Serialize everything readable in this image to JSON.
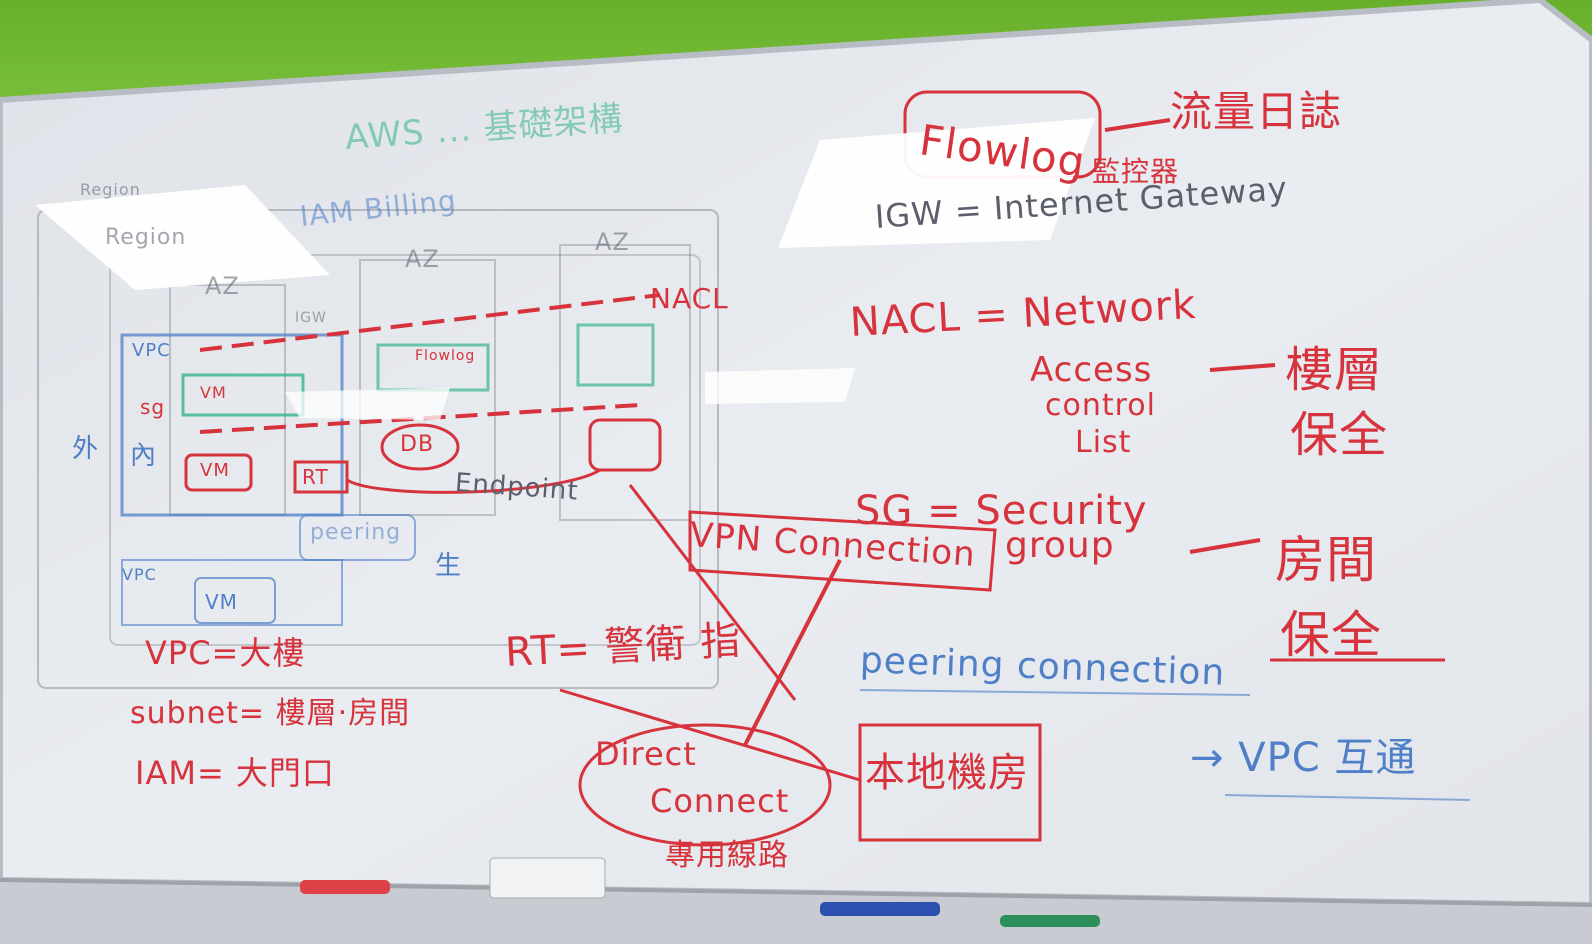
{
  "whiteboard": {
    "top_green_note": "AWS ... 基礎架構",
    "right_top": {
      "flowlog_box": "Flowlog",
      "flowlog_meaning": "流量日誌",
      "flowlog_sub": "監控器",
      "igw": "IGW = Internet Gateway",
      "nacl_title": "NACL = Network",
      "nacl_line2": "Access",
      "nacl_line3": "control",
      "nacl_line4": "List",
      "nacl_meaning_1": "樓層",
      "nacl_meaning_2": "保全",
      "sg_title": "SG = Security",
      "sg_line2": "group",
      "sg_meaning_1": "房間",
      "sg_meaning_2": "保全"
    },
    "left_diagram": {
      "region_small": "Region",
      "region": "Region",
      "iam_billing": "IAM Billing",
      "az_1": "AZ",
      "az_2": "AZ",
      "az_3": "AZ",
      "nacl_arrow": "NACL",
      "igw_tag": "IGW",
      "vpc_1": "VPC",
      "vpc_2": "VPC",
      "sg": "sg",
      "outer": "外",
      "inner": "內",
      "vm_1": "VM",
      "vm_2": "VM",
      "vm_3": "VM",
      "flowlog_small": "Flowlog",
      "db": "DB",
      "rt": "RT",
      "endpoint": "Endpoint",
      "peering": "peering",
      "generate": "生"
    },
    "definitions": {
      "vpc": "VPC=大樓",
      "subnet": "subnet= 樓層‧房間",
      "iam": "IAM= 大門口"
    },
    "middle": {
      "vpn": "VPN Connection",
      "rt_def": "RT= 警衛 指",
      "direct_1": "Direct",
      "direct_2": "Connect",
      "direct_sub": "專用線路",
      "datacenter": "本地機房"
    },
    "bottom_right": {
      "peering_conn": "peering connection",
      "vpc_arrow": "→ VPC 互通"
    }
  },
  "colors": {
    "red_marker": "#d6333d",
    "blue_marker": "#4f7fc7",
    "green_marker": "#36b38a",
    "wall": "#6fb832",
    "board": "#e6e9ee"
  }
}
